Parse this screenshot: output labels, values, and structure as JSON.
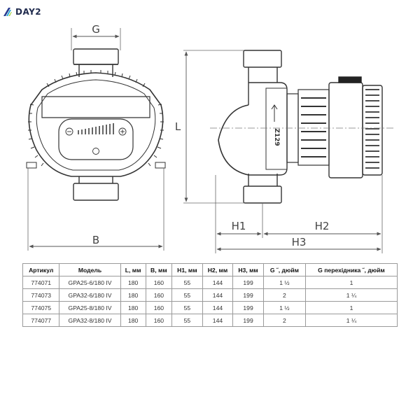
{
  "brand": {
    "name": "DAY2",
    "logo_colors": [
      "#2b3c8f",
      "#23a6d8",
      "#a7d34b"
    ]
  },
  "drawing": {
    "front_view": {
      "dim_top": "G",
      "dim_bottom": "B"
    },
    "side_view": {
      "dim_left": "L",
      "dim_h1": "H1",
      "dim_h2": "H2",
      "dim_h3": "H3",
      "body_mark": "Z129"
    }
  },
  "table": {
    "headers": [
      "Артикул",
      "Модель",
      "L, мм",
      "B, мм",
      "H1, мм",
      "H2, мм",
      "H3, мм",
      "G ˝, дюйм",
      "G перехідника ˝, дюйм"
    ],
    "rows": [
      [
        "774071",
        "GPA25-6/180 IV",
        "180",
        "160",
        "55",
        "144",
        "199",
        "1 ½",
        "1"
      ],
      [
        "774073",
        "GPA32-6/180 IV",
        "180",
        "160",
        "55",
        "144",
        "199",
        "2",
        "1 ¼"
      ],
      [
        "774075",
        "GPA25-8/180 IV",
        "180",
        "160",
        "55",
        "144",
        "199",
        "1 ½",
        "1"
      ],
      [
        "774077",
        "GPA32-8/180 IV",
        "180",
        "160",
        "55",
        "144",
        "199",
        "2",
        "1 ¼"
      ]
    ]
  }
}
